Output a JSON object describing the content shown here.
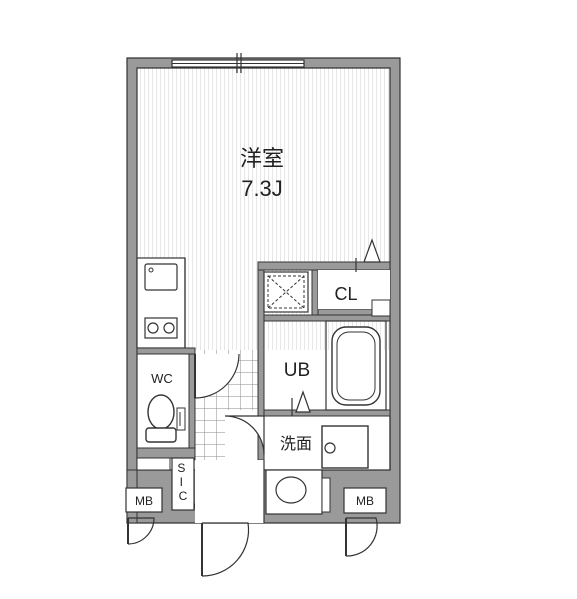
{
  "labels": {
    "western_room": "洋室",
    "western_room_size": "7.3J",
    "closet": "CL",
    "unit_bath": "UB",
    "toilet": "WC",
    "washroom": "洗面",
    "shoe_closet": "S\nI\nC",
    "meter_box_left": "MB",
    "meter_box_right": "MB"
  },
  "colors": {
    "wall": "#9a9a9a",
    "line": "#333333",
    "hatch": "#c8c8c8",
    "tile": "#8c8c8c",
    "background": "#ffffff"
  }
}
